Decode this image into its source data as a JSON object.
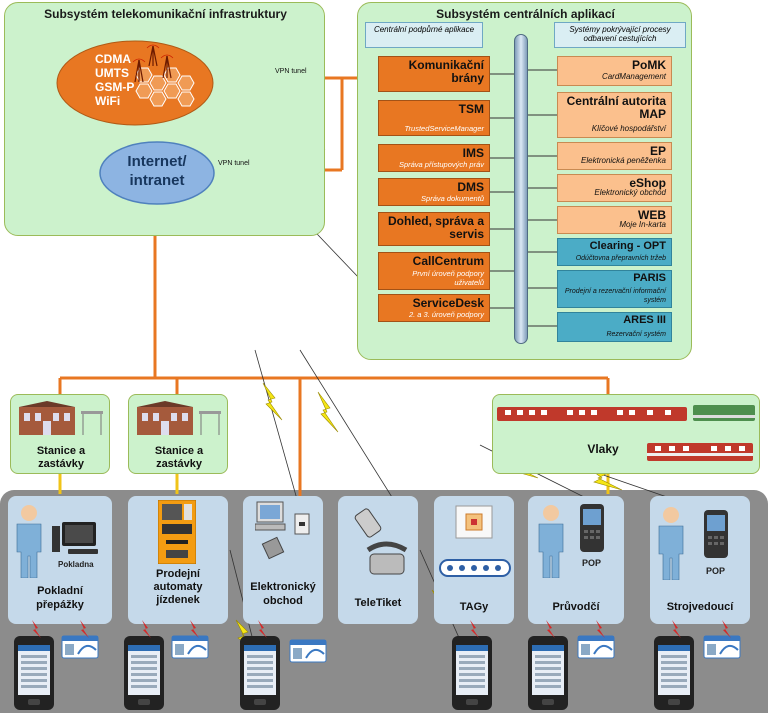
{
  "telecom": {
    "title": "Subsystém telekomunikační infrastruktury",
    "networks": [
      "CDMA",
      "UMTS",
      "GSM-P",
      "WiFi"
    ],
    "internet": "Internet/\nintranet",
    "vpn1": "VPN tunel",
    "vpn2": "VPN tunel"
  },
  "central": {
    "title": "Subsystém centrálních aplikací",
    "header_left": "Centrální podpůrné aplikace",
    "header_right": "Systémy pokrývající procesy odbavení cestujících",
    "left_apps": [
      {
        "title": "Komunikační brány",
        "sub": ""
      },
      {
        "title": "TSM",
        "sub": "TrustedServiceManager"
      },
      {
        "title": "IMS",
        "sub": "Správa přístupových práv"
      },
      {
        "title": "DMS",
        "sub": "Správa dokumentů"
      },
      {
        "title": "Dohled, správa a servis",
        "sub": ""
      },
      {
        "title": "CallCentrum",
        "sub": "První úroveň podpory uživatelů"
      },
      {
        "title": "ServiceDesk",
        "sub": "2. a 3. úroveň podpory"
      }
    ],
    "right_apps": [
      {
        "title": "PoMK",
        "sub": "CardManagement"
      },
      {
        "title": "Centrální autorita MAP",
        "sub": "Klíčové hospodářství"
      },
      {
        "title": "EP",
        "sub": "Elektronická peněženka"
      },
      {
        "title": "eShop",
        "sub": "Elektronický obchod"
      },
      {
        "title": "WEB",
        "sub": "Moje In-karta"
      },
      {
        "title": "Clearing - OPT",
        "sub": "Odúčtovna přepravních tržeb"
      },
      {
        "title": "PARIS",
        "sub": "Prodejní a rezervační informační systém"
      },
      {
        "title": "ARES III",
        "sub": "Rezervační systém"
      }
    ]
  },
  "stations": [
    {
      "label": "Stanice a zastávky"
    },
    {
      "label": "Stanice a zastávky"
    }
  ],
  "trains": {
    "label": "Vlaky"
  },
  "channels": [
    {
      "label": "Pokladní přepážky",
      "extra": "Pokladna"
    },
    {
      "label": "Prodejní automaty jízdenek",
      "extra": ""
    },
    {
      "label": "Elektronický obchod",
      "extra": ""
    },
    {
      "label": "TeleTiket",
      "extra": ""
    },
    {
      "label": "TAGy",
      "extra": ""
    },
    {
      "label": "Průvodčí",
      "extra": "POP"
    },
    {
      "label": "Strojvedoucí",
      "extra": "POP"
    }
  ],
  "colors": {
    "panel_green": "#ccf2cc",
    "orange": "#e87722",
    "light_orange": "#fbc08d",
    "teal": "#4bacc6",
    "gray_band": "#8c8c8c",
    "card_blue": "#c5d9ea"
  }
}
